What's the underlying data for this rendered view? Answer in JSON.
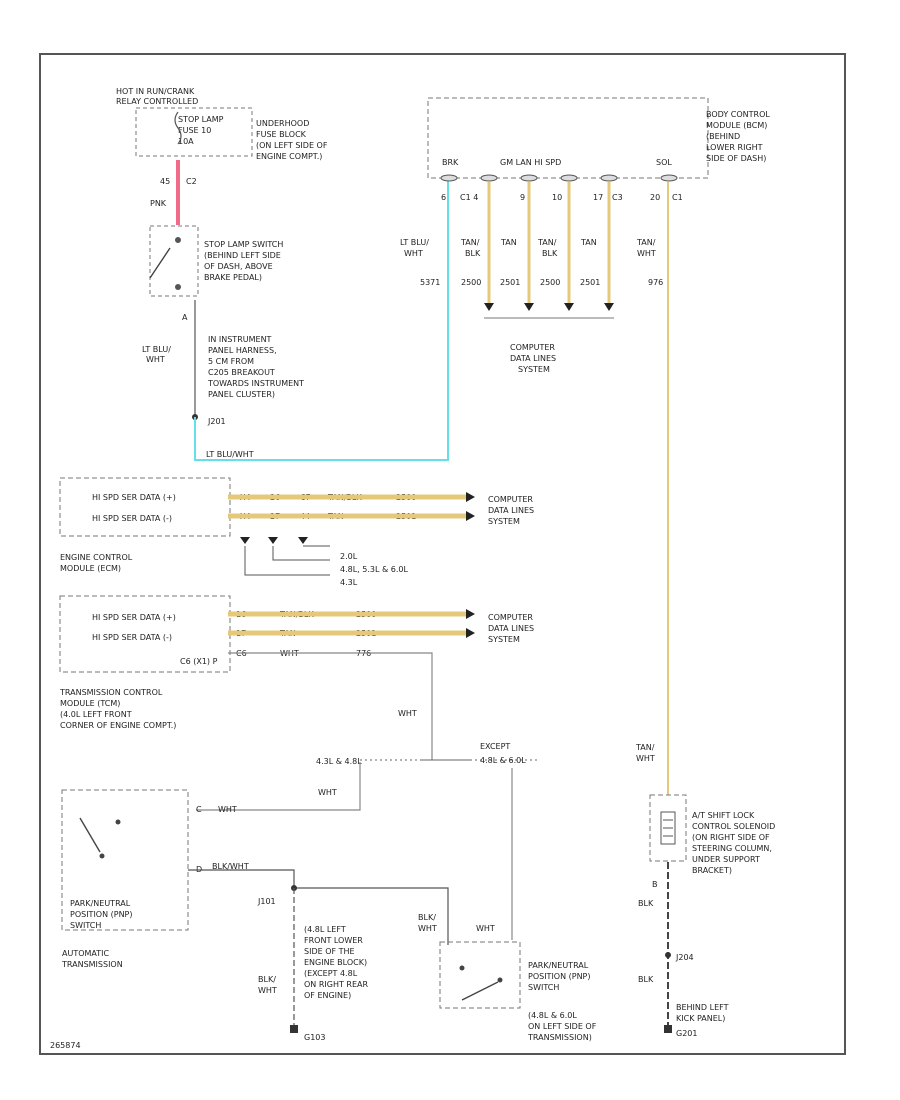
{
  "top_fuse": {
    "hot_label_1": "HOT IN RUN/CRANK",
    "hot_label_2": "RELAY CONTROLLED",
    "fuse_label_1": "STOP LAMP",
    "fuse_label_2": "FUSE 10",
    "fuse_label_3": "10A",
    "block_1": "UNDERHOOD",
    "block_2": "FUSE BLOCK",
    "block_3": "(ON LEFT SIDE OF",
    "block_4": "ENGINE COMPT.)",
    "pin_a": "45",
    "pin_b": "C2",
    "wire_pnk": "PNK"
  },
  "stop_switch": {
    "label_1": "STOP LAMP SWITCH",
    "label_2": "(BEHIND LEFT SIDE",
    "label_3": "OF DASH, ABOVE",
    "label_4": "BRAKE PEDAL)",
    "pin": "A",
    "wire_1": "LT BLU/",
    "wire_2": "WHT"
  },
  "harness_note": {
    "line_1": "IN INSTRUMENT",
    "line_2": "PANEL HARNESS,",
    "line_3": "5 CM FROM",
    "line_4": "C205 BREAKOUT",
    "line_5": "TOWARDS INSTRUMENT",
    "line_6": "PANEL CLUSTER)",
    "splice": "J201",
    "bottom_wire": "LT BLU/WHT"
  },
  "bcm": {
    "label_1": "BODY CONTROL",
    "label_2": "MODULE (BCM)",
    "label_3": "(BEHIND",
    "label_4": "LOWER RIGHT",
    "label_5": "SIDE OF DASH)",
    "brk": "BRK",
    "gm_lan": "GM LAN HI SPD",
    "sol": "SOL",
    "pins": [
      "6",
      "C1 4",
      "9",
      "10",
      "17",
      "C3",
      "20",
      "C1"
    ],
    "wire_colors": [
      "LT BLU/",
      "WHT",
      "TAN/",
      "BLK",
      "TAN",
      "TAN/",
      "BLK",
      "TAN",
      "TAN/",
      "WHT"
    ],
    "circuits": [
      "5371",
      "2500",
      "2501",
      "2500",
      "2501",
      "976"
    ],
    "data_1": "COMPUTER",
    "data_2": "DATA LINES",
    "data_3": "SYSTEM"
  },
  "ecm": {
    "row_1": "HI SPD SER DATA (+)",
    "row_2": "HI SPD SER DATA (-)",
    "pins_1": [
      "X4",
      "26",
      "C7"
    ],
    "pins_2": [
      "X4",
      "27",
      "44"
    ],
    "wire_1": "TAN/BLK",
    "wire_2": "TAN",
    "circ_1": "2500",
    "circ_2": "2501",
    "label_1": "ENGINE CONTROL",
    "label_2": "MODULE (ECM)",
    "var_1": "2.0L",
    "var_2": "4.8L, 5.3L & 6.0L",
    "var_3": "4.3L",
    "sys_1": "COMPUTER",
    "sys_2": "DATA LINES",
    "sys_3": "SYSTEM"
  },
  "tcm": {
    "row_1": "HI SPD SER DATA (+)",
    "row_2": "HI SPD SER DATA (-)",
    "pin_1": "16",
    "pin_2": "17",
    "pin_3": "C6",
    "wire_1": "TAN/BLK",
    "wire_2": "TAN",
    "circ_1": "2500",
    "circ_2": "2501",
    "conn": "C6 (X1) P",
    "wht": "WHT",
    "circ_3": "776",
    "label_1": "TRANSMISSION CONTROL",
    "label_2": "MODULE (TCM)",
    "label_3": "(4.0L LEFT FRONT",
    "label_4": "CORNER OF ENGINE COMPT.)",
    "sys_1": "COMPUTER",
    "sys_2": "DATA LINES",
    "sys_3": "SYSTEM"
  },
  "mid": {
    "wht_1": "WHT",
    "var_left": "4.3L & 4.8L",
    "var_right_1": "EXCEPT",
    "var_right_2": "4.8L & 6.0L",
    "wht_2": "WHT",
    "pin_c": "C",
    "wht_3": "WHT"
  },
  "auto_trans": {
    "label_1": "PARK/NEUTRAL",
    "label_2": "POSITION (PNP)",
    "label_3": "SWITCH",
    "label_4": "AUTOMATIC",
    "label_5": "TRANSMISSION",
    "wire_blk": "BLK/WHT",
    "pin_d": "D"
  },
  "ground_left": {
    "splice": "J101",
    "wire_1": "BLK/",
    "wire_2": "WHT",
    "line_1": "(4.8L LEFT",
    "line_2": "FRONT LOWER",
    "line_3": "SIDE OF THE",
    "line_4": "ENGINE BLOCK)",
    "line_5": "(EXCEPT 4.8L",
    "line_6": "ON RIGHT REAR",
    "line_7": "OF ENGINE)",
    "ground": "G103"
  },
  "pnp_right": {
    "wire_1": "BLK/",
    "wire_2": "WHT",
    "wht": "WHT",
    "line_1": "PARK/NEUTRAL",
    "line_2": "POSITION (PNP)",
    "line_3": "SWITCH",
    "line_4": "(4.8L & 6.0L",
    "line_5": "ON LEFT SIDE OF",
    "line_6": "TRANSMISSION)"
  },
  "solenoid": {
    "wire_1": "TAN/",
    "wire_2": "WHT",
    "line_1": "A/T SHIFT LOCK",
    "line_2": "CONTROL SOLENOID",
    "line_3": "(ON RIGHT SIDE OF",
    "line_4": "STEERING COLUMN,",
    "line_5": "UNDER SUPPORT",
    "line_6": "BRACKET)",
    "pin_b": "B",
    "blk_1": "BLK",
    "splice": "J204",
    "blk_2": "BLK",
    "ground_1": "BEHIND LEFT",
    "ground_2": "KICK PANEL)",
    "ground": "G201"
  },
  "figure_id": "265874",
  "colors": {
    "pnk": "#f26a8a",
    "lt_blu": "#66e0e8",
    "tan": "#e6c87a",
    "tan_dark": "#c9a24a",
    "line": "#444444"
  }
}
